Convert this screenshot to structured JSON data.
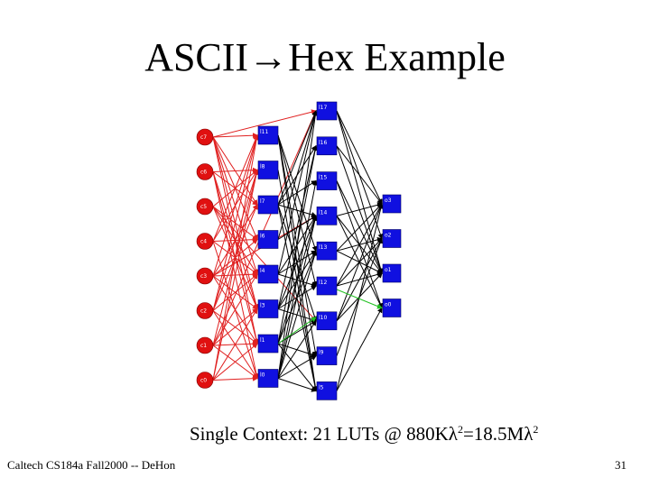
{
  "slide": {
    "title_pre": "ASCII",
    "title_arrow": "→",
    "title_post": "Hex Example",
    "caption_pre": "Single Context: 21 LUTs @ 880K",
    "caption_lambda": "λ",
    "caption_exp": "2",
    "caption_mid": "=18.5M",
    "caption_lambda2": "λ",
    "caption_exp2": "2",
    "footer": "Caltech CS184a Fall2000 -- DeHon",
    "page_number": "31"
  },
  "colors": {
    "input_node": "#e01010",
    "lut_node": "#1010e0",
    "red_edge": "#e02020",
    "black_edge": "#000000",
    "green_edge": "#20c020"
  },
  "network": {
    "inputs": [
      "c7",
      "c6",
      "c5",
      "c4",
      "c3",
      "c2",
      "c1",
      "c0"
    ],
    "layer1": [
      "l11",
      "l8",
      "l7",
      "l6",
      "l4",
      "l3",
      "l1",
      "l0"
    ],
    "layer2": [
      "l17",
      "l16",
      "l15",
      "l14",
      "l13",
      "l12",
      "l10",
      "l9",
      "l5"
    ],
    "outputs": [
      "o3",
      "o2",
      "o1",
      "o0"
    ]
  }
}
